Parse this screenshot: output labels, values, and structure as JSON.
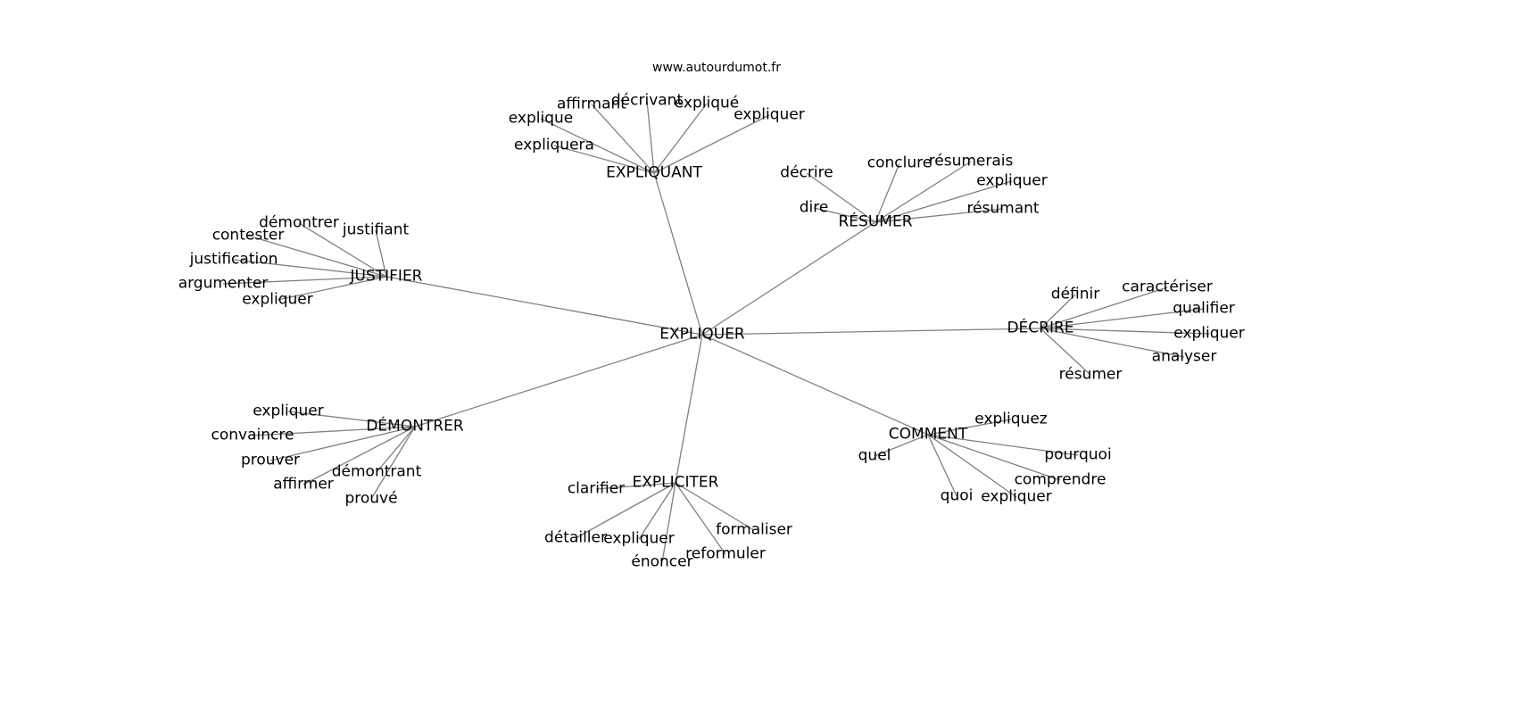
{
  "site": "www.autourdumot.fr",
  "graph": {
    "center": "EXPLIQUER",
    "edge_color": "#808080",
    "groups": [
      {
        "label": "EXPLIQUANT",
        "children": [
          "explique",
          "affirmant",
          "décrivant",
          "expliqué",
          "expliquer",
          "expliquera"
        ]
      },
      {
        "label": "RÉSUMER",
        "children": [
          "décrire",
          "conclure",
          "résumerais",
          "expliquer",
          "résumant",
          "dire"
        ]
      },
      {
        "label": "JUSTIFIER",
        "children": [
          "démontrer",
          "justifiant",
          "contester",
          "justification",
          "argumenter",
          "expliquer"
        ]
      },
      {
        "label": "DÉCRIRE",
        "children": [
          "définir",
          "caractériser",
          "qualifier",
          "expliquer",
          "analyser",
          "résumer"
        ]
      },
      {
        "label": "DÉMONTRER",
        "children": [
          "expliquer",
          "convaincre",
          "prouver",
          "affirmer",
          "démontrant",
          "prouvé"
        ]
      },
      {
        "label": "EXPLICITER",
        "children": [
          "clarifier",
          "détailler",
          "expliquer",
          "énoncer",
          "reformuler",
          "formaliser"
        ]
      },
      {
        "label": "COMMENT",
        "children": [
          "expliquez",
          "quel",
          "pourquoi",
          "comprendre",
          "quoi",
          "expliquer"
        ]
      }
    ]
  }
}
